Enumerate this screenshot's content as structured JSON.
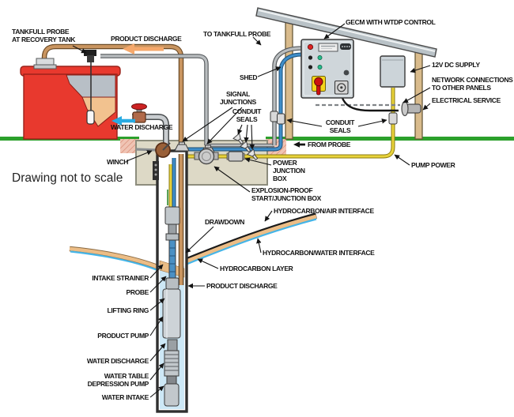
{
  "note": "Drawing not to scale",
  "labels": {
    "tankfull_probe": "TANKFULL PROBE\nAT RECOVERY TANK",
    "product_discharge_top": "PRODUCT DISCHARGE",
    "to_tankfull_probe": "TO TANKFULL PROBE",
    "gecm": "GECM WITH WTDP CONTROL",
    "shed": "SHED",
    "dc_supply": "12V DC SUPPLY",
    "network": "NETWORK CONNECTIONS\nTO OTHER PANELS",
    "electrical_service": "ELECTRICAL SERVICE",
    "signal_junctions": "SIGNAL\nJUNCTIONS",
    "conduit_seals_upper": "CONDUIT\nSEALS",
    "conduit_seals_right": "CONDUIT\nSEALS",
    "water_discharge_tank": "WATER DISCHARGE",
    "from_probe": "FROM PROBE",
    "winch": "WINCH",
    "power_junction_box": "POWER\nJUNCTION\nBOX",
    "pump_power": "PUMP POWER",
    "explosion_proof": "EXPLOSION-PROOF\nSTART/JUNCTION BOX",
    "drawdown": "DRAWDOWN",
    "hydrocarbon_air": "HYDROCARBON/AIR INTERFACE",
    "hydrocarbon_water": "HYDROCARBON/WATER INTERFACE",
    "hydrocarbon_layer": "HYDROCARBON LAYER",
    "product_discharge_well": "PRODUCT DISCHARGE",
    "intake_strainer": "INTAKE STRAINER",
    "probe": "PROBE",
    "lifting_ring": "LIFTING RING",
    "product_pump": "PRODUCT PUMP",
    "water_discharge_well": "WATER DISCHARGE",
    "wtd_pump": "WATER TABLE\nDEPRESSION PUMP",
    "water_intake": "WATER INTAKE"
  },
  "colors": {
    "tank_red": "#e8392e",
    "hydrocarbon_tan": "#ecbd86",
    "well_water_blue": "#cde8f6",
    "ground_green": "#2ca02c",
    "cable_yellow": "#e8d23a",
    "cable_blue": "#3f8ec9",
    "pipe_copper": "#c99560",
    "arrow_orange": "#f5a86b",
    "arrow_blue": "#29abe2"
  }
}
